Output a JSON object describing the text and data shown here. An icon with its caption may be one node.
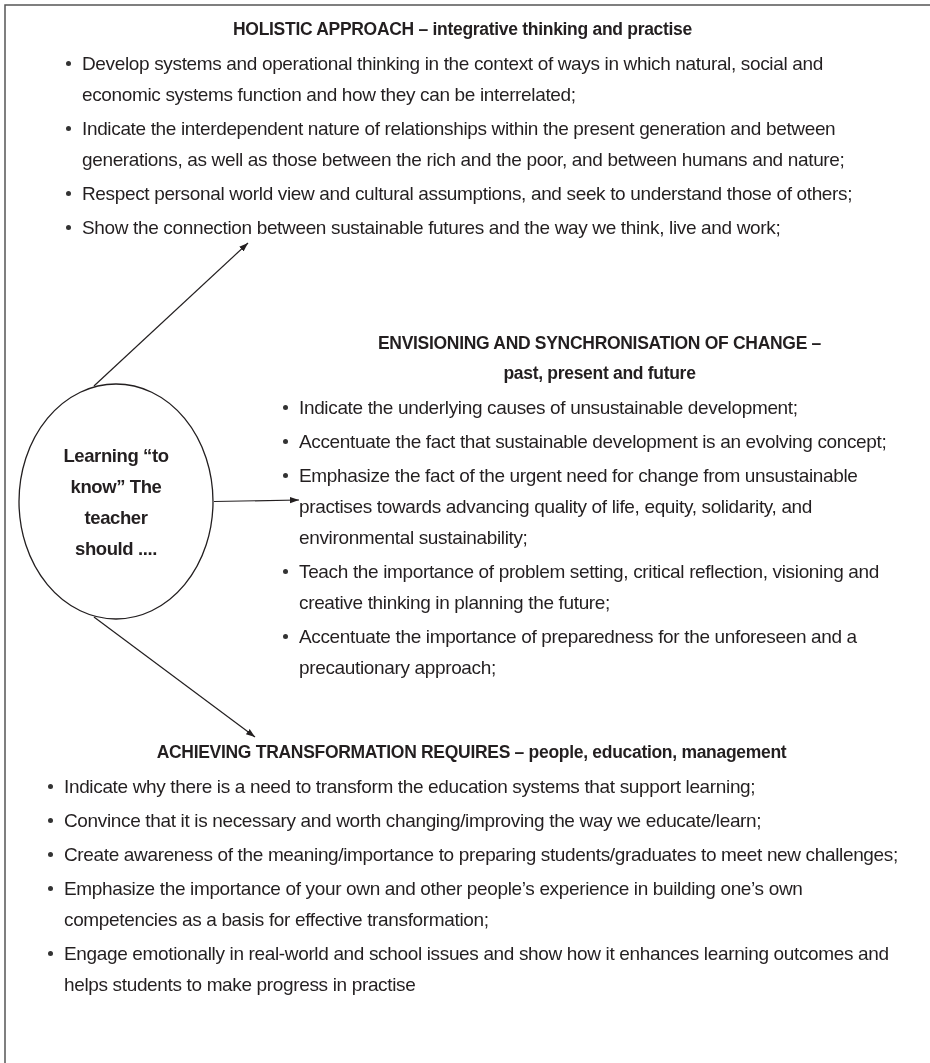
{
  "diagram": {
    "nodes": [
      {
        "text": [
          "Learning “to know” The teacher should ...."
        ]
      },
      {
        "text": [
          "HOLISTIC APPROACH – integrative thinking and practise",
          "Develop systems and operational thinking in the context of ways in which natural, social and economic systems function and how they can be interrelated;",
          "Indicate the interdependent nature of relationships within the present generation and between generations, as well as those between the rich and the poor, and between humans and nature;",
          "Respect personal world view and cultural assumptions, and seek to understand those of others;",
          "Show the connection between sustainable futures and the way we think, live and work;"
        ]
      },
      {
        "text": [
          "ENVISIONING AND SYNCHRONISATION OF CHANGE – past, present and future",
          "Indicate the underlying causes of unsustainable development;",
          "Accentuate the fact that sustainable development is an evolving concept;",
          "Emphasize the fact of the urgent need for change from unsustainable practises towards advancing quality of life, equity, solidarity, and environmental sustainability;",
          "Teach the importance of problem setting, critical reflection, visioning and creative thinking in planning the future;",
          "Accentuate the importance of preparedness for the unforeseen and a precautionary approach;"
        ]
      },
      {
        "text": [
          "ACHIEVING TRANSFORMATION REQUIRES – people, education, management",
          "Indicate why there is a need to transform the education systems that support learning;",
          "Convince that it is necessary and worth changing/improving the way we educate/learn;",
          "Create awareness of the meaning/importance to preparing students/graduates to meet new challenges;",
          "Emphasize the importance of your own and other people’s experience in building one’s own competencies as a basis for effective transformation;",
          "Engage emotionally in real-world and school issues and show how it enhances learning outcomes and helps students to make progress in practise"
        ]
      }
    ],
    "edges": [
      {
        "from": 0,
        "to": 1,
        "arrow": "to"
      },
      {
        "from": 0,
        "to": 2,
        "arrow": "to"
      },
      {
        "from": 0,
        "to": 3,
        "arrow": "to"
      }
    ]
  }
}
